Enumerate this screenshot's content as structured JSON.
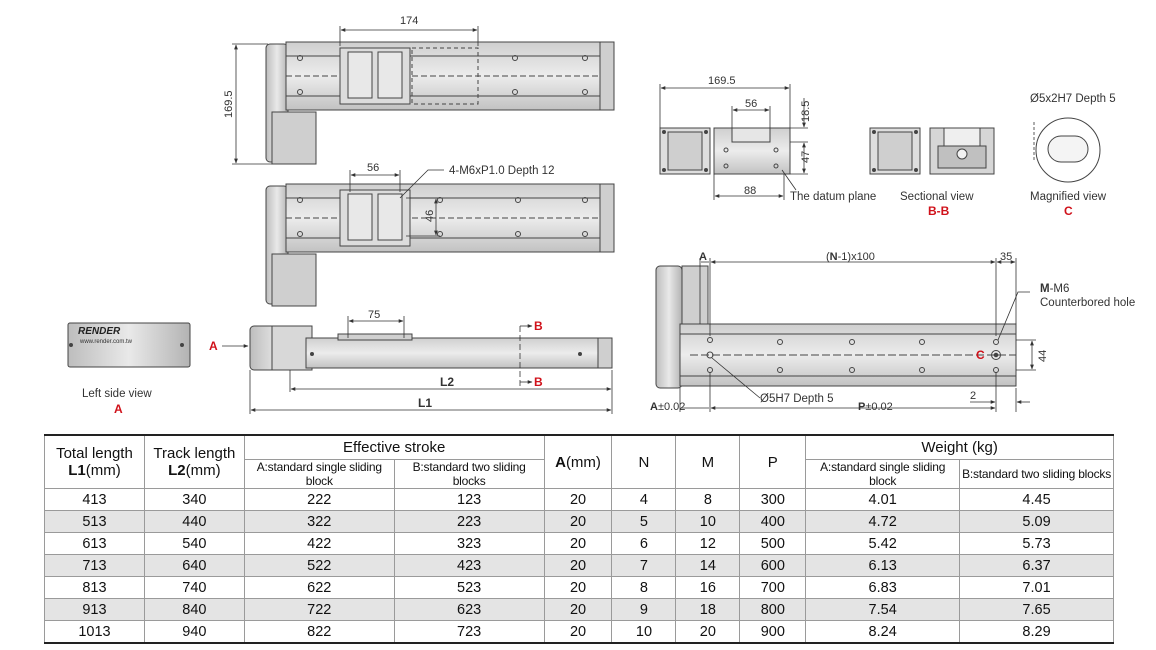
{
  "dimensions": {
    "d174": "174",
    "d169_5_left": "169.5",
    "d56_top": "56",
    "d46": "46",
    "d75": "75",
    "L1": "L1",
    "L2": "L2",
    "d169_5_right": "169.5",
    "d56_right": "56",
    "d18_5": "18.5",
    "d47": "47",
    "d88": "88",
    "A": "A",
    "N_pitch_N": "N",
    "N_pitch_rest": "-1)x100",
    "N_pitch_open": "(",
    "d35": "35",
    "d44": "44",
    "d2": "2",
    "A_tol_A": "A",
    "A_tol_rest": "±0.02",
    "P_tol_P": "P",
    "P_tol_rest": "±0.02"
  },
  "annotations": {
    "tap_hole": "4-M6xP1.0 Depth 12",
    "datum_plane": "The datum plane",
    "sectional_view": "Sectional view",
    "sectional_tag": "B-B",
    "magnified_spec": "Ø5x2H7 Depth 5",
    "magnified_view": "Magnified view",
    "magnified_tag": "C",
    "left_side_view": "Left side view",
    "left_side_tag": "A",
    "arrow_A": "A",
    "arrow_B_top": "B",
    "arrow_B_bottom": "B",
    "mark_C": "C",
    "counterbore_M": "M",
    "counterbore_rest": "-M6",
    "counterbore_hole": "Counterbored hole",
    "pin_hole": "Ø5H7 Depth 5",
    "brand": "RENDER",
    "brand_url": "www.render.com.tw"
  },
  "table": {
    "headers": {
      "total_length_line1": "Total length",
      "total_length_bold": "L1",
      "total_length_unit": "(mm)",
      "track_length_line1": "Track length",
      "track_length_bold": "L2",
      "track_length_unit": "(mm)",
      "effective_stroke": "Effective stroke",
      "stroke_a": "A:standard single sliding block",
      "stroke_b": "B:standard two sliding blocks",
      "a_bold": "A",
      "a_unit": "(mm)",
      "n": "N",
      "m": "M",
      "p": "P",
      "weight": "Weight (kg)",
      "weight_a": "A:standard single sliding block",
      "weight_b": "B:standard two sliding blocks"
    },
    "rows": [
      [
        "413",
        "340",
        "222",
        "123",
        "20",
        "4",
        "8",
        "300",
        "4.01",
        "4.45"
      ],
      [
        "513",
        "440",
        "322",
        "223",
        "20",
        "5",
        "10",
        "400",
        "4.72",
        "5.09"
      ],
      [
        "613",
        "540",
        "422",
        "323",
        "20",
        "6",
        "12",
        "500",
        "5.42",
        "5.73"
      ],
      [
        "713",
        "640",
        "522",
        "423",
        "20",
        "7",
        "14",
        "600",
        "6.13",
        "6.37"
      ],
      [
        "813",
        "740",
        "622",
        "523",
        "20",
        "8",
        "16",
        "700",
        "6.83",
        "7.01"
      ],
      [
        "913",
        "840",
        "722",
        "623",
        "20",
        "9",
        "18",
        "800",
        "7.54",
        "7.65"
      ],
      [
        "1013",
        "940",
        "822",
        "723",
        "20",
        "10",
        "20",
        "900",
        "8.24",
        "8.29"
      ]
    ]
  },
  "colors": {
    "accent_red": "#d0111a",
    "line": "#444444",
    "body_fill": "#d9d9d9",
    "row_shade": "#e4e4e4"
  }
}
